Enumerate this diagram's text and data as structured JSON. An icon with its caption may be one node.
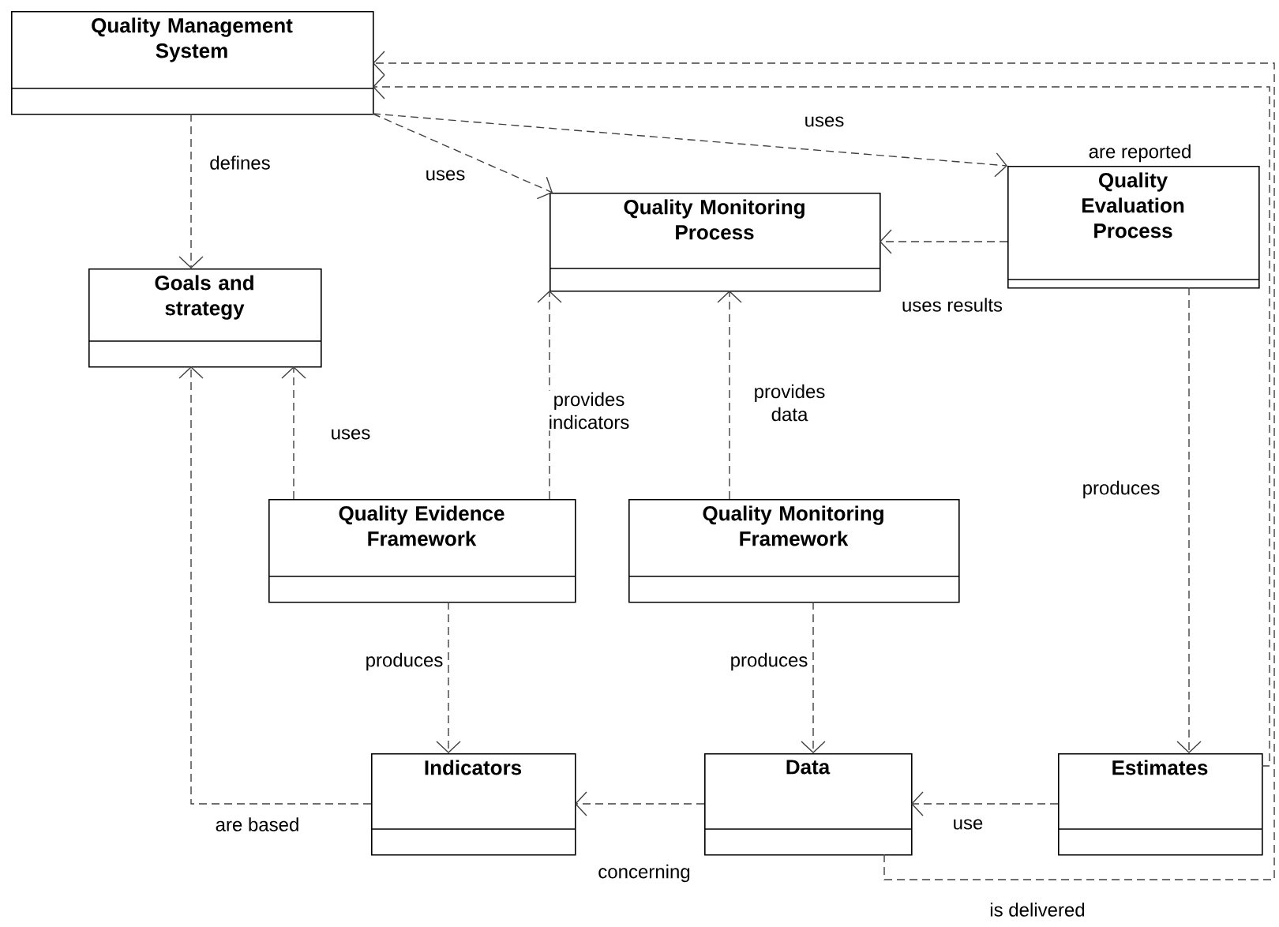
{
  "diagram": {
    "nodes": [
      {
        "text": [
          "Quality Management System"
        ]
      },
      {
        "text": [
          "Quality Monitoring Process"
        ]
      },
      {
        "text": [
          "Quality Evaluation Process"
        ]
      },
      {
        "text": [
          "Goals and strategy"
        ]
      },
      {
        "text": [
          "Quality Evidence Framework"
        ]
      },
      {
        "text": [
          "Quality Monitoring Framework"
        ]
      },
      {
        "text": [
          "Indicators"
        ]
      },
      {
        "text": [
          "Data"
        ]
      },
      {
        "text": [
          "Estimates"
        ]
      }
    ],
    "edges": [
      {
        "from": 0,
        "to": 3,
        "arrow": "to",
        "label": "defines",
        "style": "dashed"
      },
      {
        "from": 0,
        "to": 1,
        "arrow": "to",
        "label": "uses",
        "style": "dashed"
      },
      {
        "from": 0,
        "to": 2,
        "arrow": "to",
        "label": "uses",
        "style": "dashed"
      },
      {
        "from": 2,
        "to": 1,
        "arrow": "to",
        "label": "uses results",
        "style": "dashed"
      },
      {
        "from": 4,
        "to": 3,
        "arrow": "to",
        "label": "uses",
        "style": "dashed"
      },
      {
        "from": 4,
        "to": 1,
        "arrow": "to",
        "label": "provides indicators",
        "style": "dashed"
      },
      {
        "from": 5,
        "to": 1,
        "arrow": "to",
        "label": "provides data",
        "style": "dashed"
      },
      {
        "from": 2,
        "to": 8,
        "arrow": "to",
        "label": "produces",
        "style": "dashed"
      },
      {
        "from": 4,
        "to": 6,
        "arrow": "to",
        "label": "produces",
        "style": "dashed"
      },
      {
        "from": 5,
        "to": 7,
        "arrow": "to",
        "label": "produces",
        "style": "dashed"
      },
      {
        "from": 8,
        "to": 7,
        "arrow": "to",
        "label": "use",
        "style": "dashed"
      },
      {
        "from": 7,
        "to": 6,
        "arrow": "to",
        "label": "concerning",
        "style": "dashed"
      },
      {
        "from": 6,
        "to": 3,
        "arrow": "to",
        "label": "are based",
        "style": "dashed"
      },
      {
        "from": 8,
        "to": 0,
        "arrow": "to",
        "label": "are reported",
        "style": "dashed"
      },
      {
        "from": 7,
        "to": 0,
        "arrow": "to",
        "label": "is delivered",
        "style": "dashed"
      }
    ]
  }
}
